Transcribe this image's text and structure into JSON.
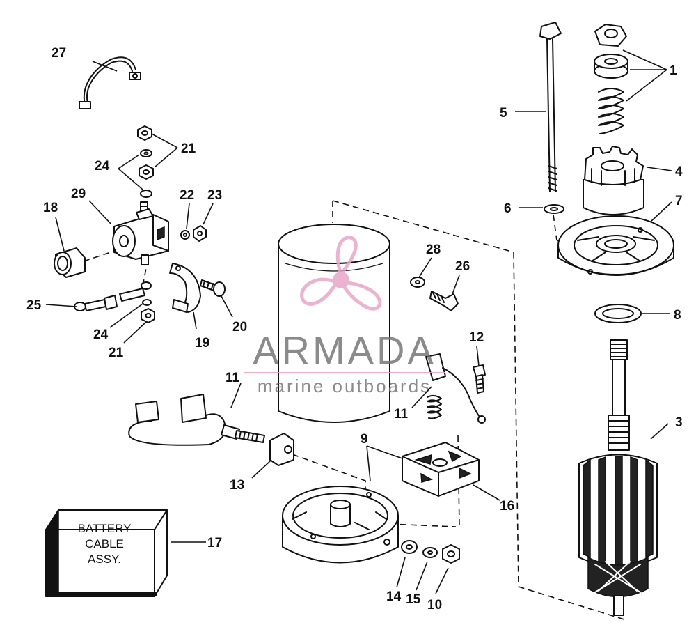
{
  "watermark": {
    "brand": "ARMADA",
    "tagline": "marine outboards",
    "accent_color": "#e8a6c8",
    "text_color": "#6f6f6f"
  },
  "battery_box": {
    "lines": [
      "BATTERY",
      "CABLE",
      "ASSY."
    ]
  },
  "callouts": {
    "c1": "1",
    "c3": "3",
    "c4": "4",
    "c5": "5",
    "c6": "6",
    "c7": "7",
    "c8": "8",
    "c9": "9",
    "c10": "10",
    "c11a": "11",
    "c11b": "11",
    "c12": "12",
    "c13": "13",
    "c14": "14",
    "c15": "15",
    "c16": "16",
    "c17": "17",
    "c18": "18",
    "c19": "19",
    "c20": "20",
    "c21a": "21",
    "c21b": "21",
    "c22": "22",
    "c23": "23",
    "c24a": "24",
    "c24b": "24",
    "c25": "25",
    "c26": "26",
    "c27": "27",
    "c28": "28",
    "c29": "29"
  }
}
